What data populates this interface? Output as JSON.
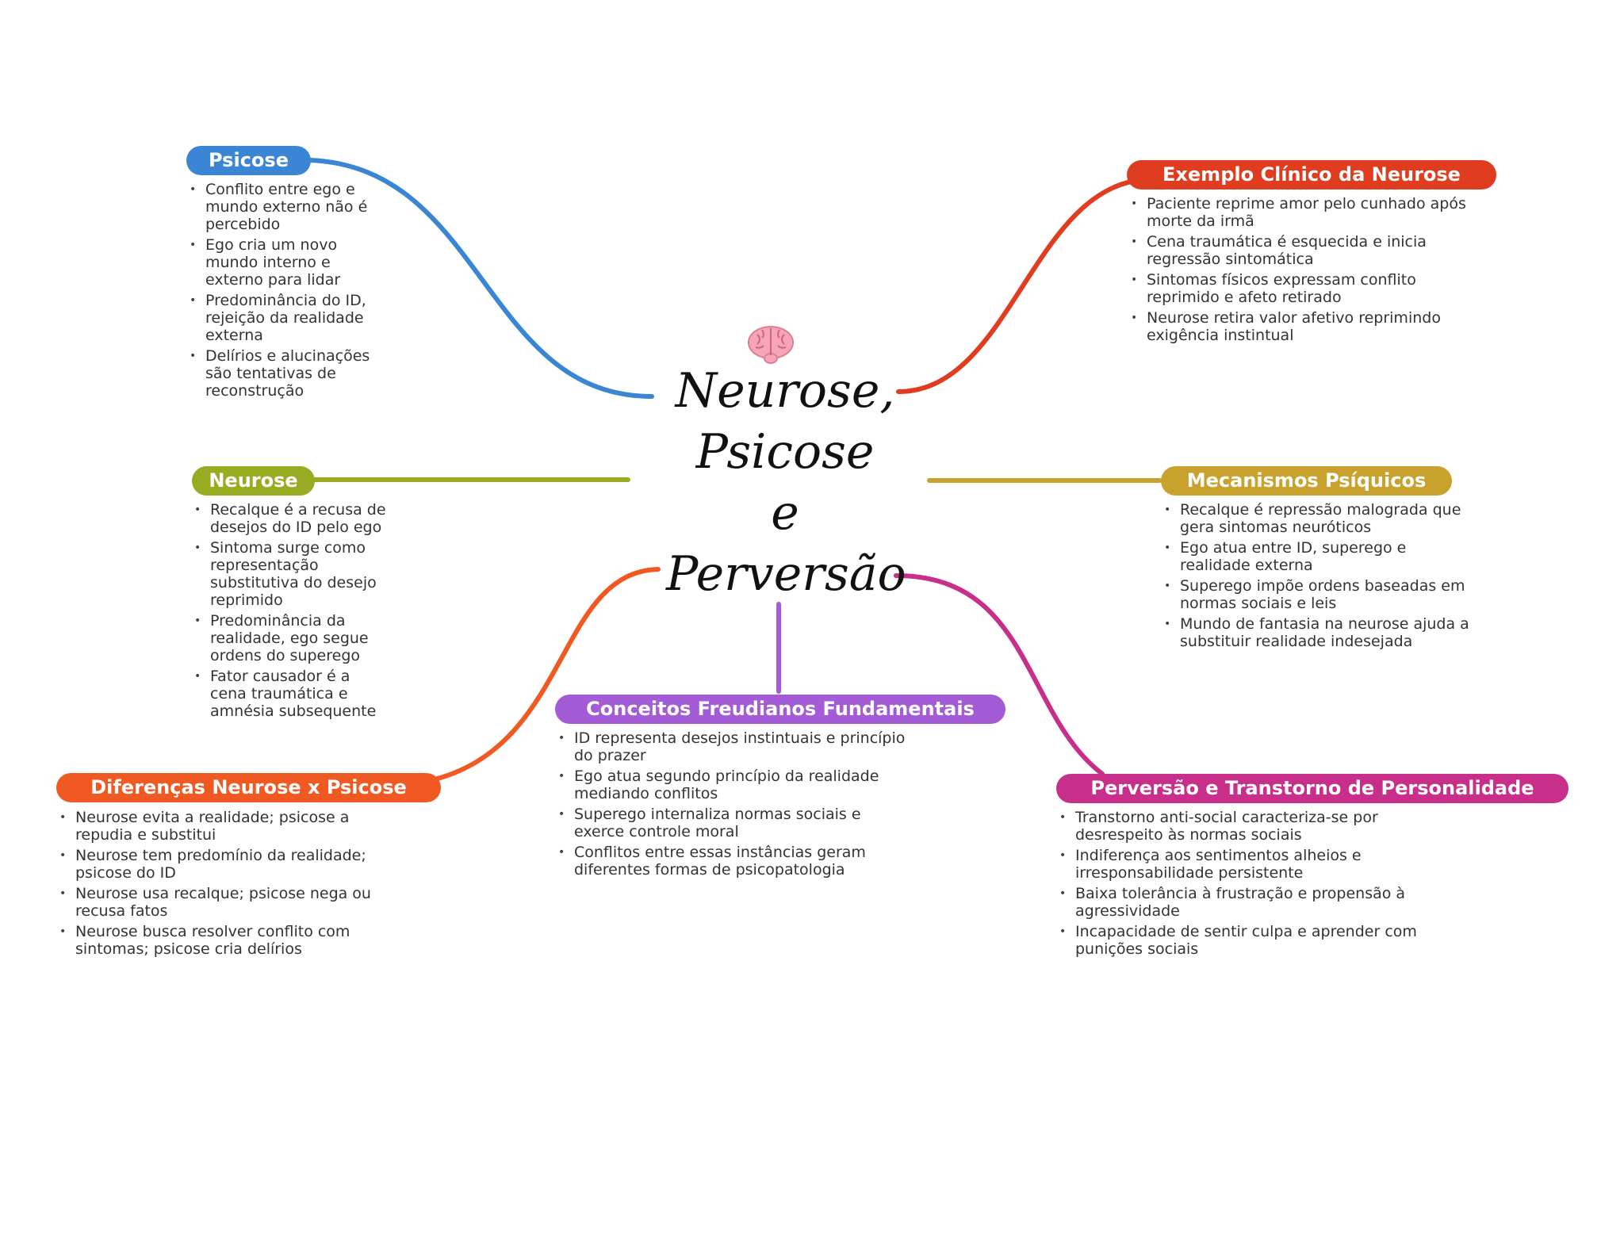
{
  "title": {
    "lines": [
      "Neurose,",
      "Psicose",
      "e",
      "Perversão"
    ]
  },
  "center_icon": "brain-icon",
  "branches": {
    "psicose": {
      "label": "Psicose",
      "color": "#3a86d4",
      "items": [
        "Conflito entre ego e mundo externo não é percebido",
        "Ego cria um novo mundo interno e externo para lidar",
        "Predominância do ID, rejeição da realidade externa",
        "Delírios e alucinações são tentativas de reconstrução"
      ]
    },
    "neurose": {
      "label": "Neurose",
      "color": "#9aab22",
      "items": [
        "Recalque é a recusa de desejos do ID pelo ego",
        "Sintoma surge como representação substitutiva do desejo reprimido",
        "Predominância da realidade, ego segue ordens do superego",
        "Fator causador é a cena traumática e amnésia subsequente"
      ]
    },
    "diferencas": {
      "label": "Diferenças Neurose x Psicose",
      "color": "#f05a22",
      "items": [
        "Neurose evita a realidade; psicose a repudia e substitui",
        "Neurose tem predomínio da realidade; psicose do ID",
        "Neurose usa recalque; psicose nega ou recusa fatos",
        "Neurose busca resolver conflito com sintomas; psicose cria delírios"
      ]
    },
    "conceitos": {
      "label": "Conceitos Freudianos Fundamentais",
      "color": "#a35bd6",
      "items": [
        "ID representa desejos instintuais e princípio do prazer",
        "Ego atua segundo princípio da realidade mediando conflitos",
        "Superego internaliza normas sociais e exerce controle moral",
        "Conflitos entre essas instâncias geram diferentes formas de psicopatologia"
      ]
    },
    "exemplo": {
      "label": "Exemplo Clínico da Neurose",
      "color": "#e03c1f",
      "items": [
        "Paciente reprime amor pelo cunhado após morte da irmã",
        "Cena traumática é esquecida e inicia regressão sintomática",
        "Sintomas físicos expressam conflito reprimido e afeto retirado",
        "Neurose retira valor afetivo reprimindo exigência instintual"
      ]
    },
    "mecanismos": {
      "label": "Mecanismos Psíquicos",
      "color": "#c9a22e",
      "items": [
        "Recalque é repressão malograda que gera sintomas neuróticos",
        "Ego atua entre ID, superego e realidade externa",
        "Superego impõe ordens baseadas em normas sociais e leis",
        "Mundo de fantasia na neurose ajuda a substituir realidade indesejada"
      ]
    },
    "perversao": {
      "label": "Perversão e Transtorno de Personalidade",
      "color": "#c72f8a",
      "items": [
        "Transtorno anti-social caracteriza-se por desrespeito às normas sociais",
        "Indiferença aos sentimentos alheios e irresponsabilidade persistente",
        "Baixa tolerância à frustração e propensão à agressividade",
        "Incapacidade de sentir culpa e aprender com punições sociais"
      ]
    }
  }
}
